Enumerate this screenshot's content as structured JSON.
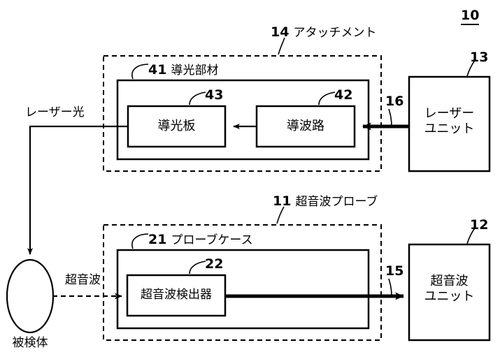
{
  "figure": {
    "number": "10",
    "type": "patent-block-diagram"
  },
  "blocks": {
    "attachment": {
      "ref": "14",
      "label": "アタッチメント"
    },
    "light_guide_member": {
      "ref": "41",
      "label": "導光部材"
    },
    "light_guide_plate": {
      "ref": "43",
      "label": "導光板"
    },
    "waveguide": {
      "ref": "42",
      "label": "導波路"
    },
    "laser_unit": {
      "ref": "13",
      "label_line1": "レーザー",
      "label_line2": "ユニット"
    },
    "ultrasound_probe": {
      "ref": "11",
      "label": "超音波プローブ"
    },
    "probe_case": {
      "ref": "21",
      "label": "プローブケース"
    },
    "ultrasound_detector": {
      "ref": "22",
      "label": "超音波検出器"
    },
    "ultrasound_unit": {
      "ref": "12",
      "label_line1": "超音波",
      "label_line2": "ユニット"
    },
    "subject": {
      "label": "被検体"
    }
  },
  "connections": {
    "laser_light": {
      "label": "レーザー光"
    },
    "laser_cable": {
      "ref": "16"
    },
    "ultrasound_wave": {
      "label": "超音波"
    },
    "signal_cable": {
      "ref": "15"
    }
  },
  "colors": {
    "stroke": "#000000",
    "background": "#ffffff"
  }
}
